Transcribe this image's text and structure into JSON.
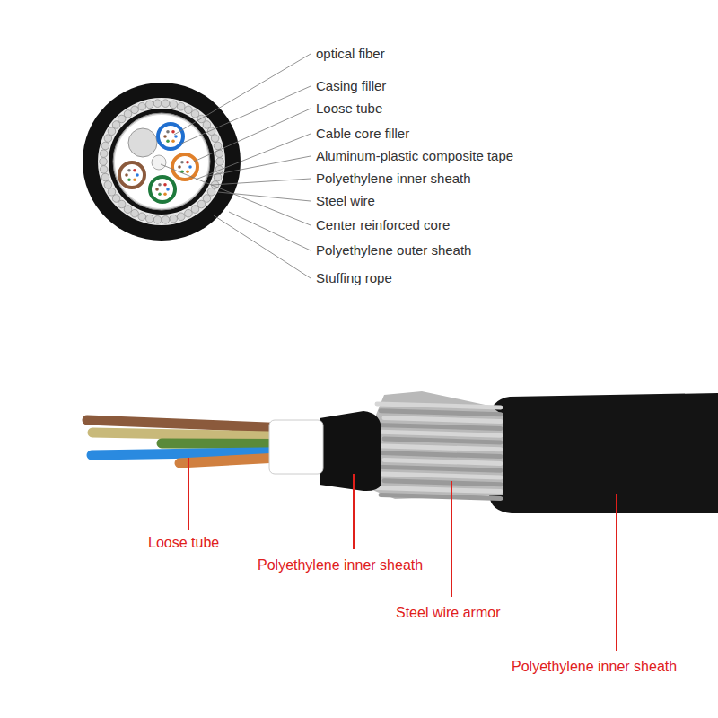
{
  "diagram": {
    "labels": [
      "optical fiber",
      "Casing filler",
      "Loose tube",
      "Cable core filler",
      "Aluminum-plastic composite tape",
      "Polyethylene inner sheath",
      "Steel wire",
      "Center reinforced core",
      "Polyethylene outer sheath",
      "Stuffing rope",
      "Loose tube",
      "Polyethylene inner sheath",
      "Steel wire armor",
      "Polyethylene inner sheath"
    ]
  }
}
